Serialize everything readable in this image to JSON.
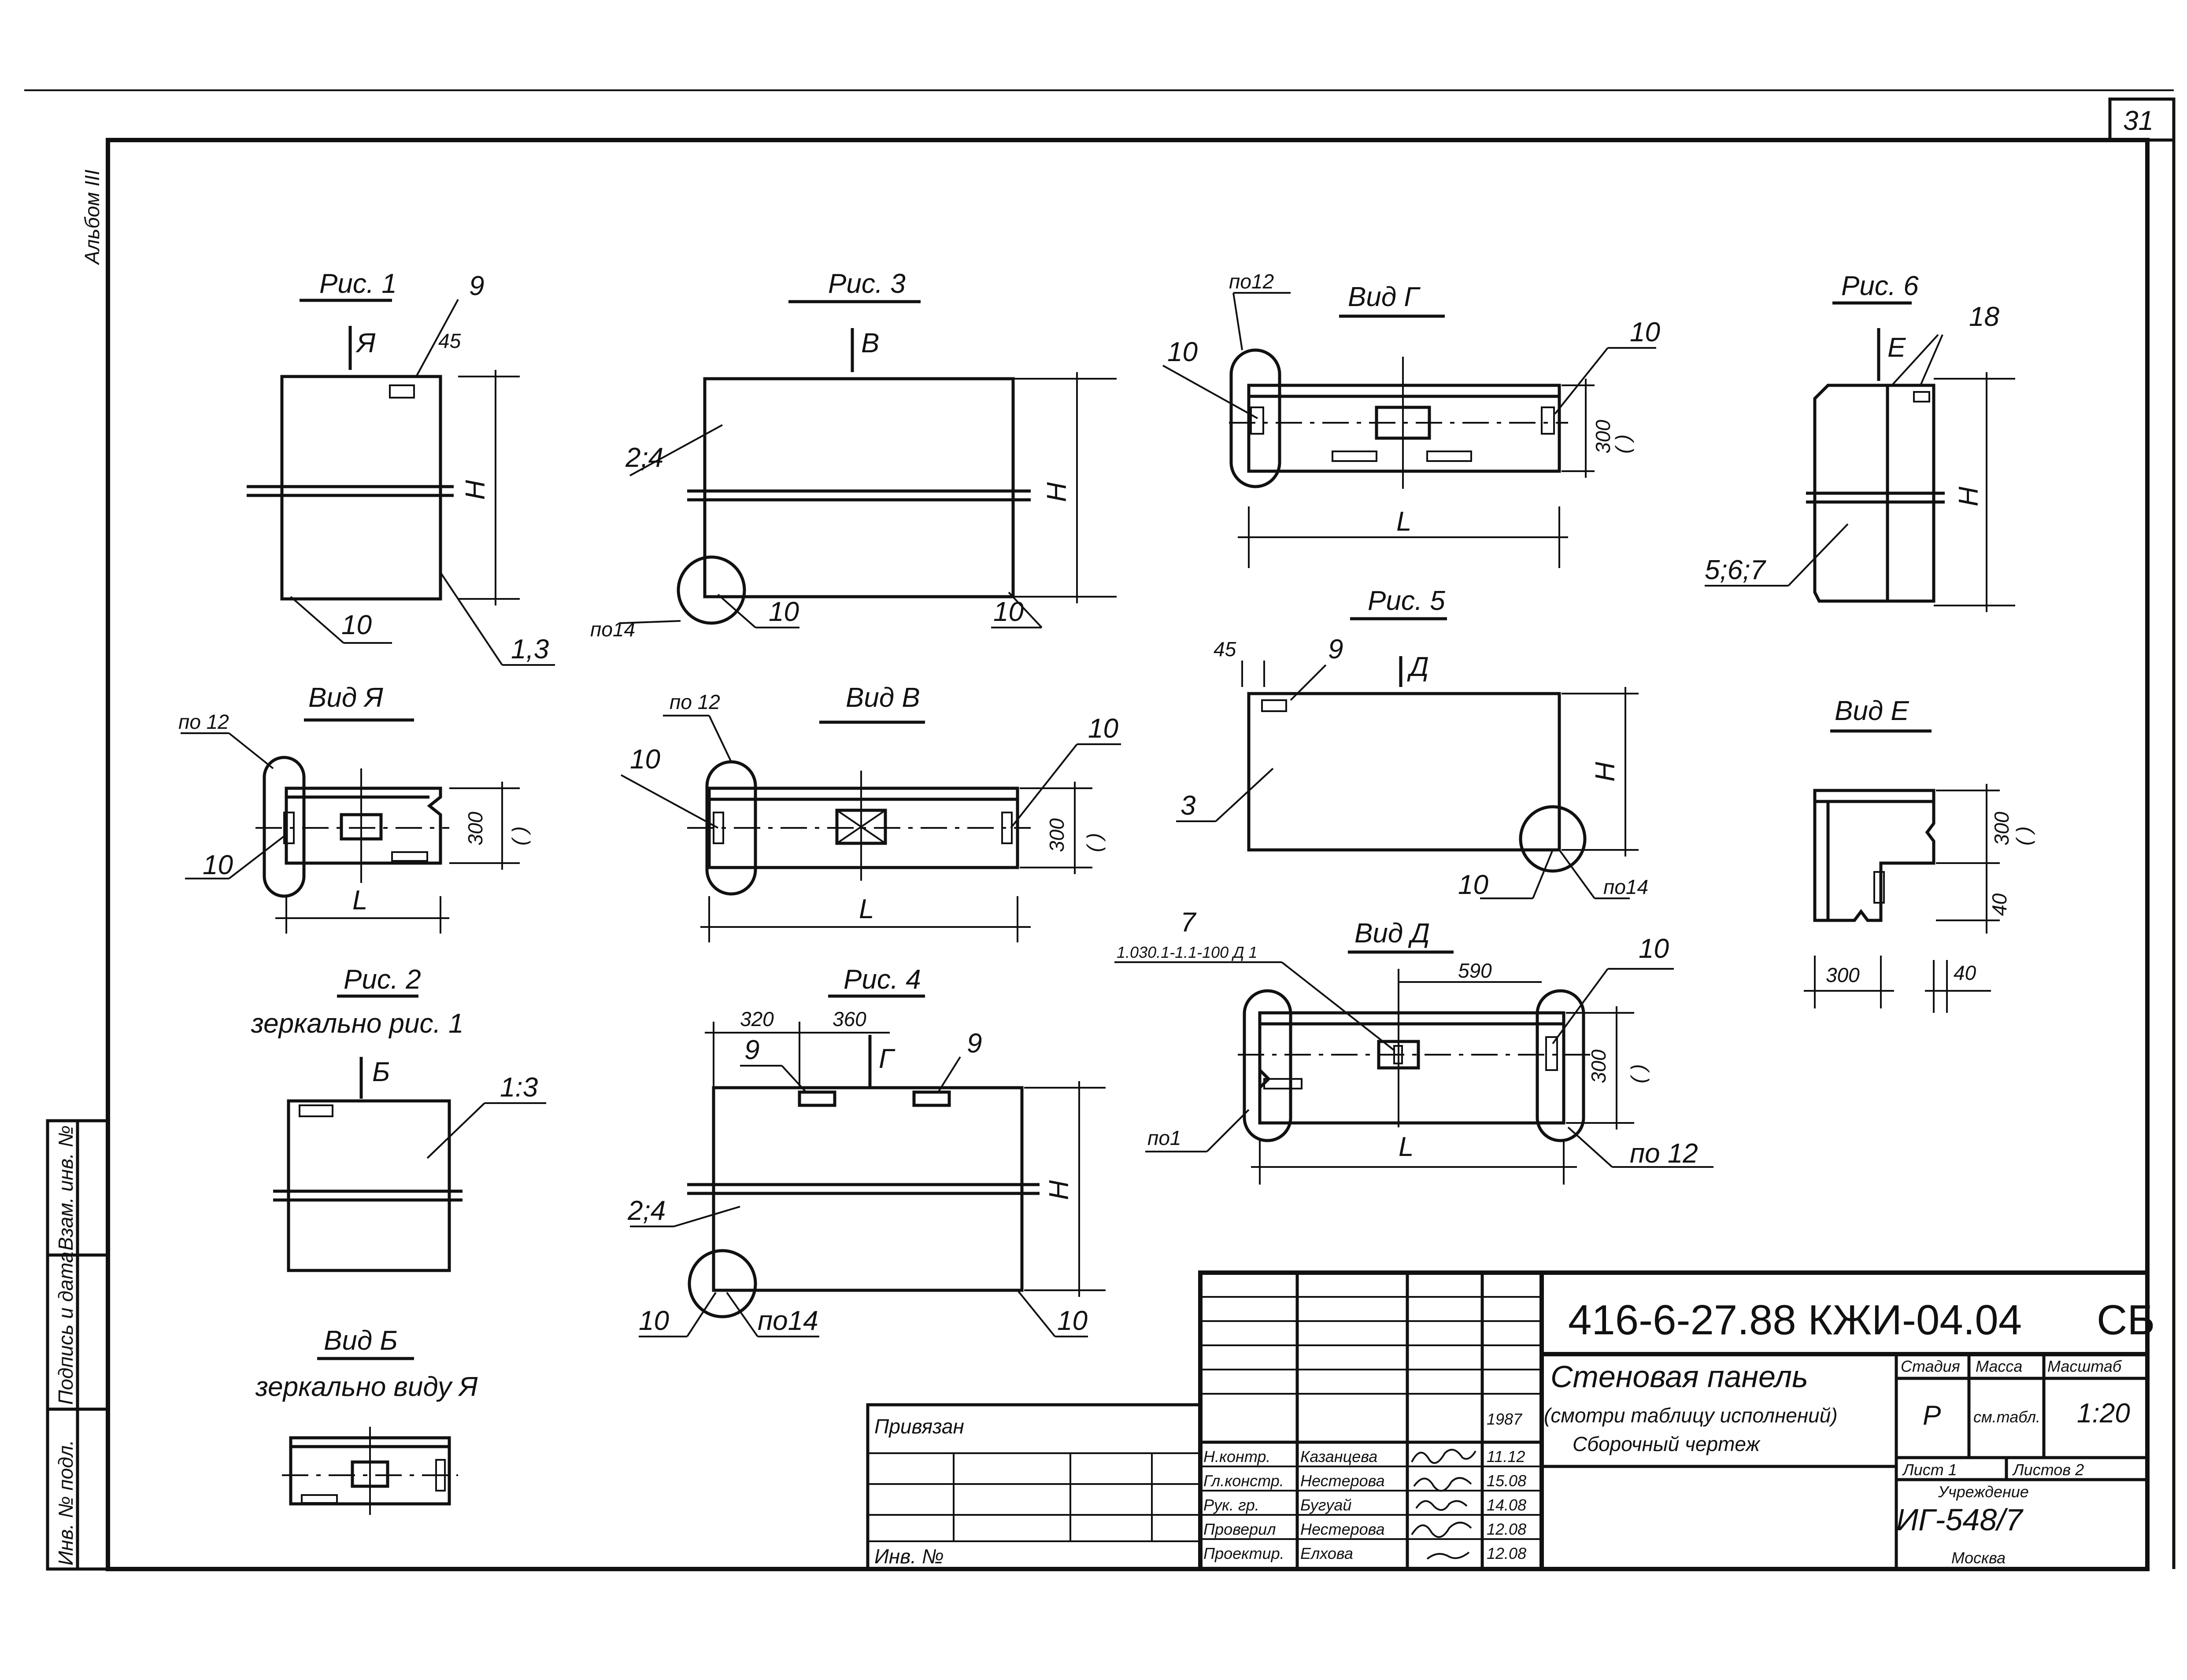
{
  "sheet": {
    "page_number": "31",
    "album_label": "Альбом III",
    "designation": "416-6-27.88 КЖИ-04.04",
    "doc_type": "СБ",
    "title_line1": "Стеновая   панель",
    "title_line2": "(смотри таблицу исполнений)",
    "title_line3": "Сборочный   чертеж",
    "stage_header": "Стадия",
    "mass_header": "Масса",
    "scale_header": "Масштаб",
    "stage": "Р",
    "mass": "см.табл.",
    "scale": "1:20",
    "sheet_label": "Лист 1",
    "sheets_label": "Листов 2",
    "institution_label": "Учреждение",
    "institution": "ИГ-548/7",
    "city": "Москва",
    "bound_label": "Привязан",
    "inv_label": "Инв. №",
    "year": "1987",
    "side_stamp": [
      "Инв. № подл.",
      "Подпись и дата",
      "Взам. инв. №"
    ],
    "roles": [
      {
        "role": "Н.контр.",
        "name": "Казанцева",
        "date": "11.12"
      },
      {
        "role": "Гл.констр.",
        "name": "Нестерова",
        "date": "15.08"
      },
      {
        "role": "Рук. гр.",
        "name": "Бугуай",
        "date": "14.08"
      },
      {
        "role": "Проверил",
        "name": "Нестерова",
        "date": "12.08"
      },
      {
        "role": "Проектир.",
        "name": "Елхова",
        "date": "12.08"
      }
    ]
  },
  "views": {
    "fig1": {
      "title": "Рис. 1",
      "arrow": "Я",
      "m9": "9",
      "m45": "45",
      "H": "Н",
      "m10": "10",
      "m13": "1,3"
    },
    "fig2": {
      "title": "Рис. 2",
      "subtitle": "зеркально рис. 1",
      "arrow": "Б",
      "m13": "1:3"
    },
    "fig3": {
      "title": "Рис. 3",
      "arrow": "В",
      "m24": "2;4",
      "H": "Н",
      "po14": "по14",
      "m10a": "10",
      "m10b": "10"
    },
    "fig4": {
      "title": "Рис. 4",
      "arrow": "Г",
      "d320": "320",
      "d360": "360",
      "m9a": "9",
      "m9b": "9",
      "H": "Н",
      "m24": "2;4",
      "m10a": "10",
      "po14": "по14",
      "m10b": "10"
    },
    "fig5": {
      "title": "Рис. 5",
      "arrow": "Д",
      "m45": "45",
      "m9": "9",
      "H": "Н",
      "m3": "3",
      "m10": "10",
      "po14": "по14"
    },
    "fig6": {
      "title": "Рис. 6",
      "arrow": "Е",
      "m18": "18",
      "H": "Н",
      "m567": "5;6;7"
    },
    "viewA": {
      "title": "Вид Я",
      "po12": "по 12",
      "m10": "10",
      "d300": "300",
      "paren": "( )",
      "L": "L"
    },
    "viewB": {
      "title": "Вид В",
      "po12": "по 12",
      "m10a": "10",
      "m10b": "10",
      "d300": "300",
      "paren": "( )",
      "L": "L"
    },
    "viewG": {
      "title": "Вид Г",
      "po12": "по12",
      "m10a": "10",
      "m10b": "10",
      "d300": "300",
      "paren": "( )",
      "L": "L"
    },
    "viewD": {
      "title": "Вид Д",
      "m7": "7",
      "ref": "1.030.1-1.1-100 Д 1",
      "d590": "590",
      "m10": "10",
      "d300": "300",
      "paren": "( )",
      "po1": "по1",
      "po12": "по 12",
      "L": "L"
    },
    "viewE": {
      "title": "Вид Е",
      "d300a": "300",
      "paren": "( )",
      "d40a": "40",
      "d300b": "300",
      "d40b": "40"
    },
    "viewBe": {
      "title": "Вид Б",
      "subtitle": "зеркально виду Я"
    }
  }
}
